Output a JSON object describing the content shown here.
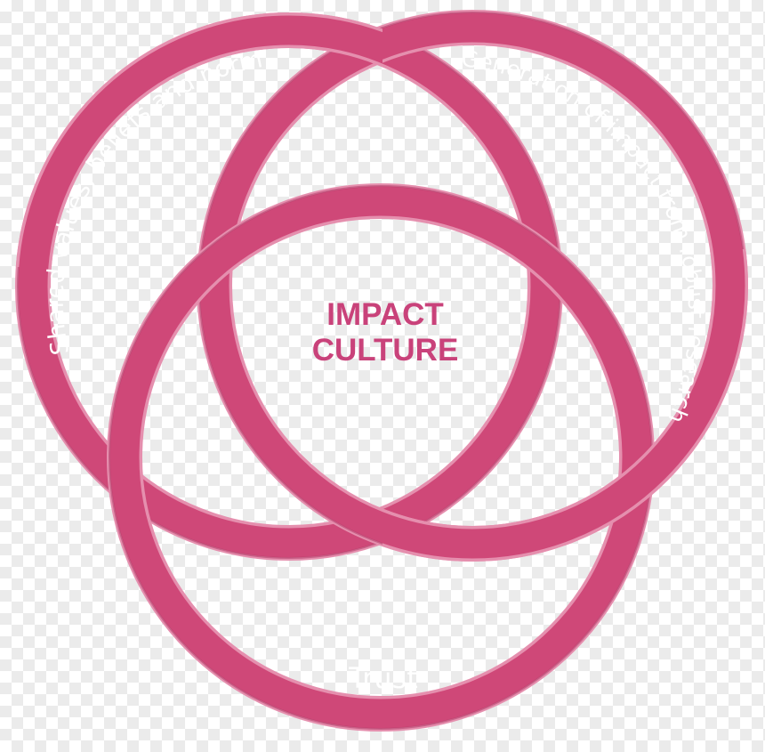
{
  "diagram": {
    "center": {
      "line1": "IMPACT",
      "line2": "CULTURE"
    },
    "rings": {
      "left": "Shared values, beliefs and norms",
      "right": "Generation of impact from robust research",
      "bottom": "Trust"
    },
    "colors": {
      "ring_fill": "#cf4878",
      "ring_highlight": "#e58fae",
      "ring_shadow": "#b23a67",
      "center_text": "#c9427a",
      "label_text": "#ffffff"
    }
  }
}
